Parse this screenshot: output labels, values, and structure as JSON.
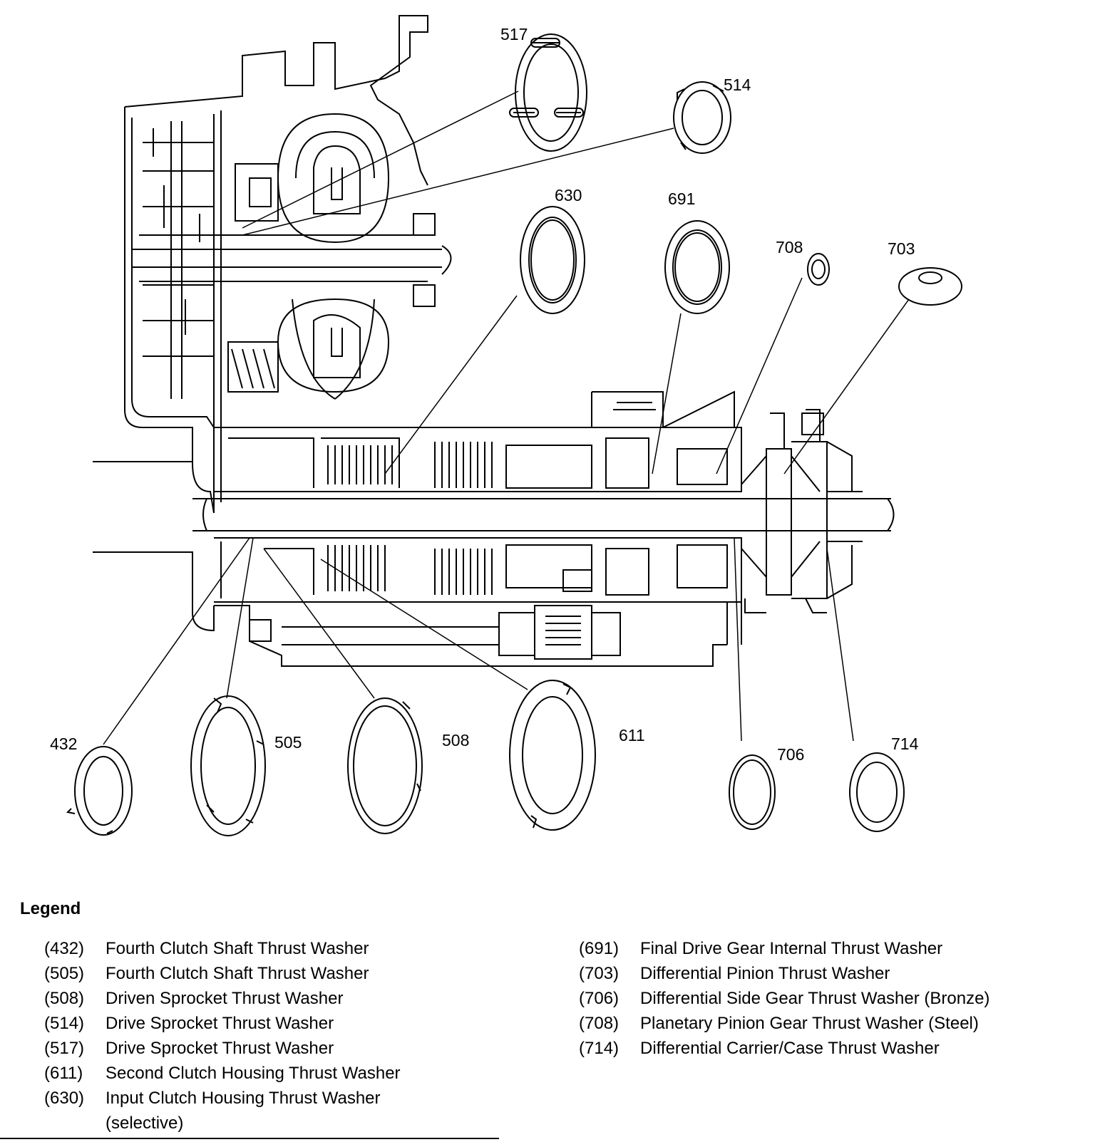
{
  "diagram": {
    "callouts": {
      "c432": "432",
      "c505": "505",
      "c508": "508",
      "c514": "514",
      "c517": "517",
      "c611": "611",
      "c630": "630",
      "c691": "691",
      "c703": "703",
      "c706": "706",
      "c708": "708",
      "c714": "714"
    }
  },
  "legend": {
    "title": "Legend",
    "left": [
      {
        "code": "(432)",
        "desc": "Fourth Clutch Shaft Thrust Washer"
      },
      {
        "code": "(505)",
        "desc": "Fourth Clutch Shaft Thrust Washer"
      },
      {
        "code": "(508)",
        "desc": "Driven Sprocket Thrust Washer"
      },
      {
        "code": "(514)",
        "desc": "Drive Sprocket Thrust Washer"
      },
      {
        "code": "(517)",
        "desc": "Drive Sprocket Thrust Washer"
      },
      {
        "code": "(611)",
        "desc": "Second Clutch Housing Thrust Washer"
      },
      {
        "code": "(630)",
        "desc": "Input Clutch Housing Thrust Washer (selective)"
      }
    ],
    "right": [
      {
        "code": "(691)",
        "desc": "Final Drive Gear Internal Thrust Washer"
      },
      {
        "code": "(703)",
        "desc": "Differential Pinion Thrust Washer"
      },
      {
        "code": "(706)",
        "desc": "Differential Side Gear Thrust Washer (Bronze)"
      },
      {
        "code": "(708)",
        "desc": "Planetary Pinion Gear Thrust Washer (Steel)"
      },
      {
        "code": "(714)",
        "desc": "Differential Carrier/Case Thrust Washer"
      }
    ]
  }
}
